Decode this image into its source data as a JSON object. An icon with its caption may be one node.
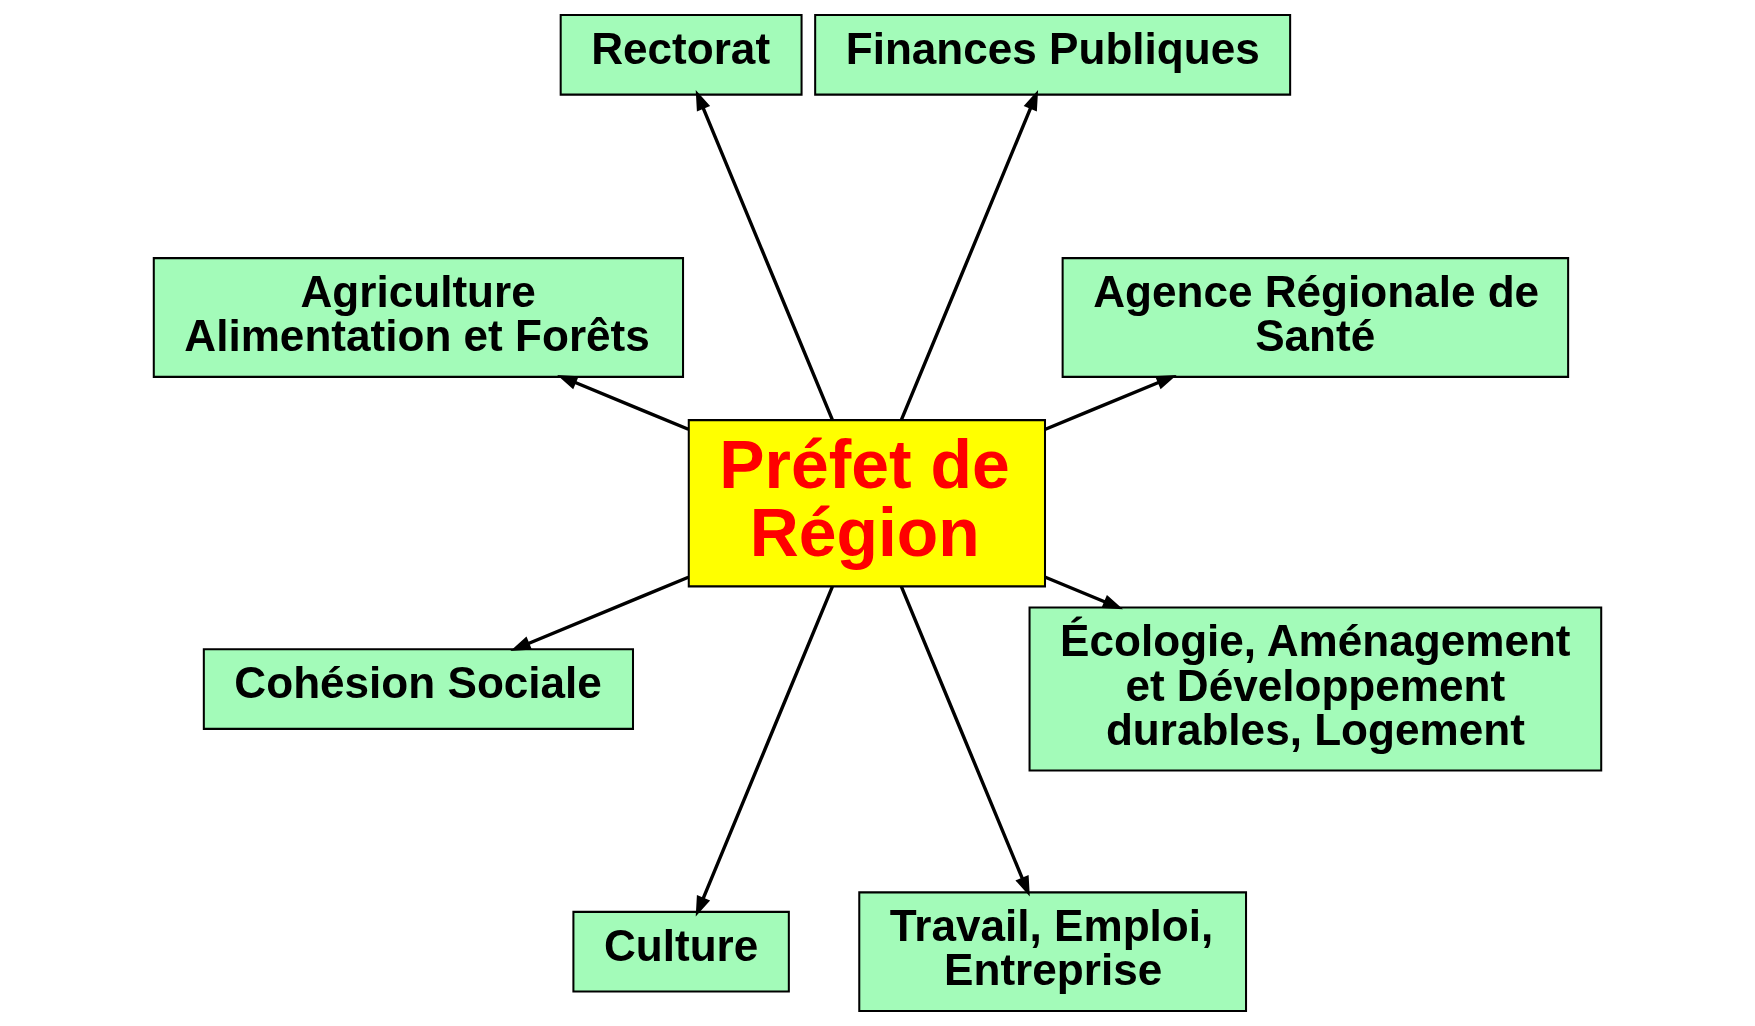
{
  "diagram": {
    "nodes": [
      {
        "text": [
          "Agence Régionale de Santé"
        ]
      },
      {
        "text": [
          "Finances Publiques"
        ]
      },
      {
        "text": [
          "Rectorat"
        ]
      },
      {
        "text": [
          "Préfet de Région"
        ]
      },
      {
        "text": [
          "Agriculture Alimentation et Forêts"
        ]
      },
      {
        "text": [
          "Cohésion Sociale"
        ]
      },
      {
        "text": [
          "Culture"
        ]
      },
      {
        "text": [
          "Travail, Emploi, Entreprise"
        ]
      },
      {
        "text": [
          "Écologie, Aménagement et Développement durables, Logement"
        ]
      }
    ],
    "edges": [
      {
        "from": 3,
        "to": 0,
        "arrow": "to"
      },
      {
        "from": 3,
        "to": 1,
        "arrow": "to"
      },
      {
        "from": 3,
        "to": 2,
        "arrow": "to"
      },
      {
        "from": 3,
        "to": 4,
        "arrow": "to"
      },
      {
        "from": 3,
        "to": 5,
        "arrow": "to"
      },
      {
        "from": 3,
        "to": 6,
        "arrow": "to"
      },
      {
        "from": 3,
        "to": 7,
        "arrow": "to"
      },
      {
        "from": 3,
        "to": 8,
        "arrow": "to"
      }
    ]
  }
}
